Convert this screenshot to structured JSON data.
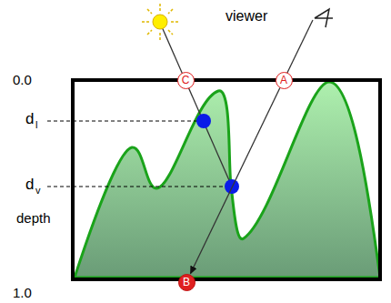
{
  "diagram": {
    "nodes": [
      {
        "text": [
          "C"
        ]
      },
      {
        "text": [
          "A"
        ]
      },
      {
        "text": [
          "B"
        ]
      }
    ],
    "edges": [
      {
        "from": 1,
        "to": 2,
        "arrow": "to"
      }
    ],
    "labels": [
      "viewer",
      "0.0",
      "d",
      "l",
      "d",
      "v",
      "depth",
      "1.0"
    ]
  }
}
